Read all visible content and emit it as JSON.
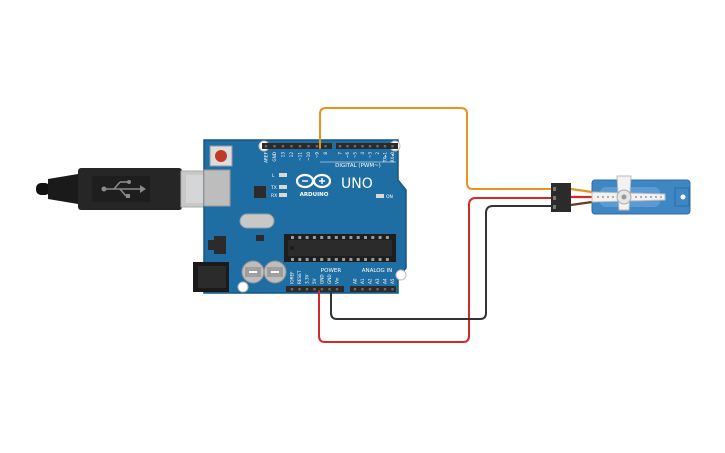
{
  "board": {
    "brand": "ARDUINO",
    "model": "UNO",
    "digital_header": "DIGITAL (PWM~)",
    "power_header": "POWER",
    "analog_header": "ANALOG IN",
    "on_label": "ON",
    "led_l": "L",
    "led_tx": "TX",
    "led_rx": "RX",
    "top_pins": [
      "AREF",
      "GND",
      "13",
      "12",
      "~11",
      "~10",
      "~9",
      "8",
      "7",
      "~6",
      "~5",
      "4",
      "~3",
      "2",
      "TX▸1",
      "RX◂0"
    ],
    "power_pins": [
      "IOREF",
      "RESET",
      "3.3V",
      "5V",
      "GND",
      "GND",
      "Vin"
    ],
    "analog_pins": [
      "A0",
      "A1",
      "A2",
      "A3",
      "A4",
      "A5"
    ]
  },
  "colors": {
    "board": "#1f6ea3",
    "board_edge": "#15567f",
    "header": "#2b2b2b",
    "wire_signal": "#e8941a",
    "wire_power": "#d62828",
    "wire_ground": "#333333",
    "servo_body": "#3f87c4",
    "usb_cable": "#222222",
    "usb_plug": "#c8c8c8",
    "reset_button": "#c0392b"
  },
  "wires": [
    {
      "name": "signal",
      "from": "~9",
      "to": "servo-signal"
    },
    {
      "name": "power",
      "from": "5V",
      "to": "servo-power"
    },
    {
      "name": "ground",
      "from": "GND",
      "to": "servo-ground"
    }
  ]
}
